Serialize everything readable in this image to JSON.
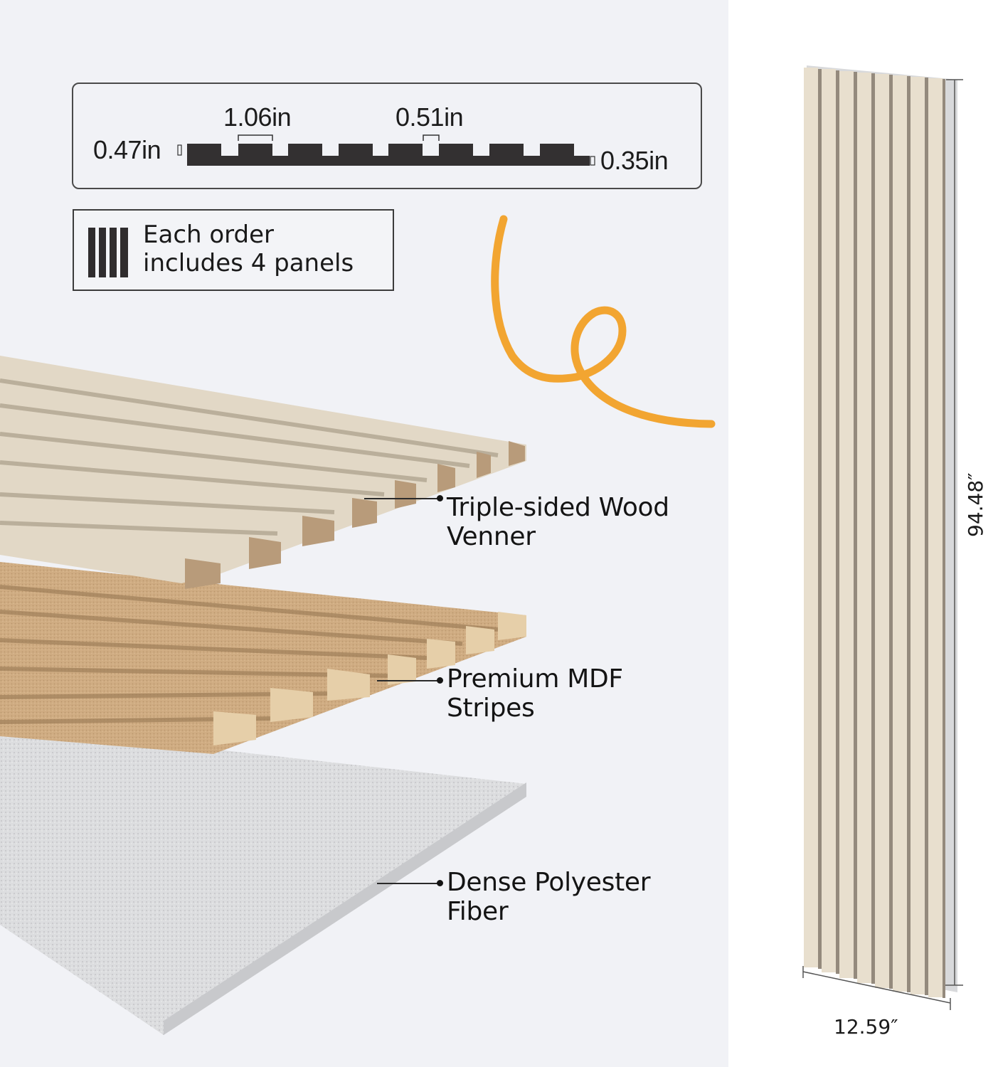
{
  "profile_diagram": {
    "slat_width": "1.06in",
    "gap_width": "0.51in",
    "total_thickness": "0.47in",
    "backing_thickness": "0.35in",
    "slat_count": 8
  },
  "package_info": {
    "icon": "four-panels-icon",
    "line1": "Each order",
    "line2": "includes 4 panels"
  },
  "layers": [
    {
      "line1": "Triple-sided Wood",
      "line2": "Venner"
    },
    {
      "line1": "Premium MDF",
      "line2": "Stripes"
    },
    {
      "line1": "Dense Polyester",
      "line2": "Fiber"
    }
  ],
  "panel_dimensions": {
    "height": "94.48″",
    "width": "12.59″",
    "slat_count": 8
  },
  "colors": {
    "left_background": "#f1f2f6",
    "right_background": "#ffffff",
    "profile_fill": "#333031",
    "accent_swirl": "#f2a531",
    "veneer": "#e3d8c6",
    "mdf": "#c9a67c",
    "felt": "#d9dadc"
  }
}
